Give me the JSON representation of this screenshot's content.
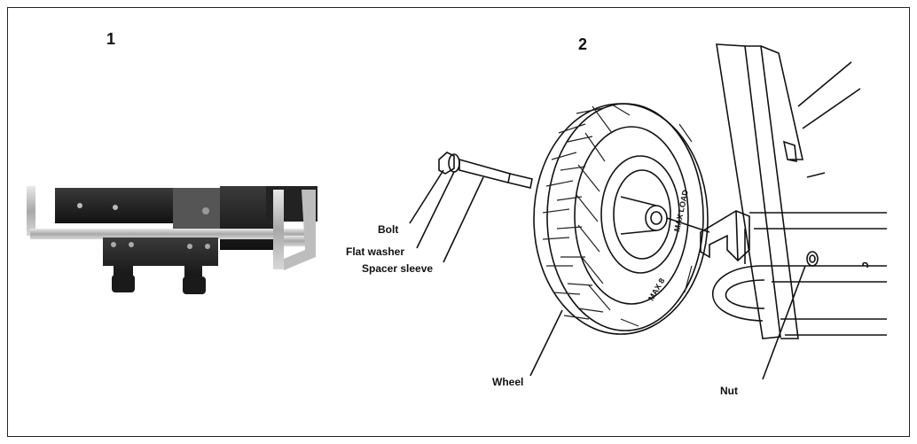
{
  "panels": [
    {
      "number": "1"
    },
    {
      "number": "2"
    }
  ],
  "labels": {
    "bolt": "Bolt",
    "flat_washer": "Flat washer",
    "spacer_sleeve": "Spacer sleeve",
    "wheel": "Wheel",
    "nut": "Nut"
  },
  "tire_text": {
    "max_load": "MAX LOAD",
    "marking": "MAX 8"
  }
}
